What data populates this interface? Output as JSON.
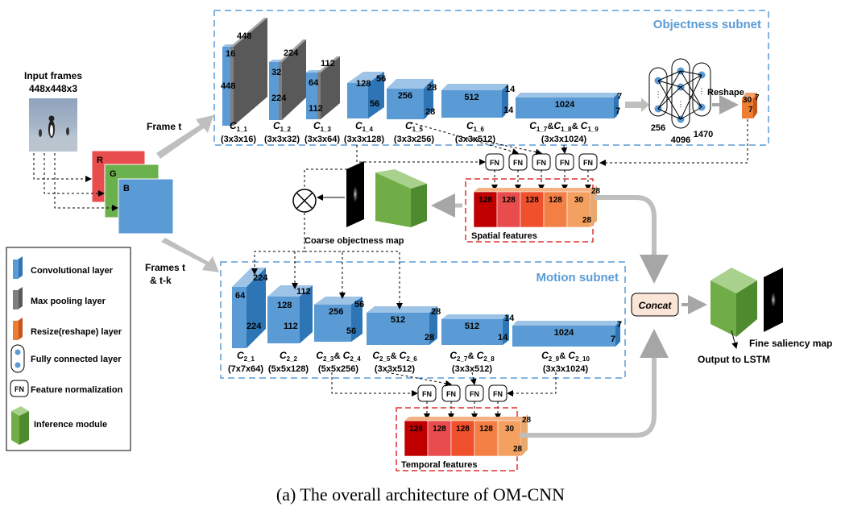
{
  "caption": "(a) The overall architecture of OM-CNN",
  "input": {
    "title_line1": "Input frames",
    "title_line2": "448x448x3",
    "channels": [
      "R",
      "G",
      "B"
    ]
  },
  "labels": {
    "frame_t": "Frame t",
    "frames_t_line1": "Frames t",
    "frames_t_line2": "& t-k",
    "reshape": "Reshape",
    "coarse_map": "Coarse objectness map",
    "spatial_features": "Spatial features",
    "temporal_features": "Temporal features",
    "concat": "Concat",
    "output_lstm": "Output to LSTM",
    "fine_map": "Fine saliency map",
    "fn": "FN"
  },
  "objectness_subnet": {
    "title": "Objectness subnet",
    "fc": {
      "n1": "256",
      "n2": "4096",
      "n3": "1470"
    },
    "reshape_dims": {
      "a": "30",
      "b": "7",
      "c": "7"
    },
    "layers": [
      {
        "sub": "1_1",
        "kernel": "(3x3x16)",
        "depth": "16",
        "top": "448",
        "side": "448"
      },
      {
        "sub": "1_2",
        "kernel": "(3x3x32)",
        "depth": "32",
        "top": "224",
        "side": "224"
      },
      {
        "sub": "1_3",
        "kernel": "(3x3x64)",
        "depth": "64",
        "top": "112",
        "side": "112"
      },
      {
        "sub": "1_4",
        "kernel": "(3x3x128)",
        "depth": "128",
        "top": "56",
        "side": "56"
      },
      {
        "sub": "1_5",
        "kernel": "(3x3x256)",
        "depth": "256",
        "top": "28",
        "side": "28"
      },
      {
        "sub": "1_6",
        "kernel": "(3x3x512)",
        "depth": "512",
        "top": "14",
        "side": "14"
      },
      {
        "sub": "1_7",
        "sub2": "1_8",
        "sub3": "1_9",
        "kernel": "(3x3x1024)",
        "depth": "1024",
        "top": "7",
        "side": "7"
      }
    ]
  },
  "motion_subnet": {
    "title": "Motion subnet",
    "layers": [
      {
        "sub": "2_1",
        "kernel": "(7x7x64)",
        "depth": "64",
        "top": "224",
        "side": "224"
      },
      {
        "sub": "2_2",
        "kernel": "(5x5x128)",
        "depth": "128",
        "top": "112",
        "side": "112"
      },
      {
        "sub": "2_3",
        "sub2": "2_4",
        "kernel": "(5x5x256)",
        "depth": "256",
        "top": "56",
        "side": "56"
      },
      {
        "sub": "2_5",
        "sub2": "2_6",
        "kernel": "(3x3x512)",
        "depth": "512",
        "top": "28",
        "side": "28"
      },
      {
        "sub": "2_7",
        "sub2": "2_8",
        "kernel": "(3x3x512)",
        "depth": "512",
        "top": "14",
        "side": "14"
      },
      {
        "sub": "2_9",
        "sub2": "2_10",
        "kernel": "(3x3x1024)",
        "depth": "1024",
        "top": "7",
        "side": "7"
      }
    ]
  },
  "feature_stack": {
    "values": [
      "128",
      "128",
      "128",
      "128",
      "30"
    ],
    "size": "28"
  },
  "legend": [
    "Convolutional layer",
    "Max pooling layer",
    "Resize(reshape) layer",
    "Fully connected layer",
    "Feature normalization",
    "Inference module"
  ],
  "colors": {
    "conv": "#5B9BD5",
    "pool": "#7F7F7F",
    "resize": "#ED7D31",
    "inference": "#70AD47",
    "red": "#E84C4C",
    "green": "#6AB04C",
    "blue": "#5B9BD5",
    "dashed_box": "#5B9BD5",
    "feature_box": "#E03030",
    "arrow": "#BFBFBF"
  }
}
